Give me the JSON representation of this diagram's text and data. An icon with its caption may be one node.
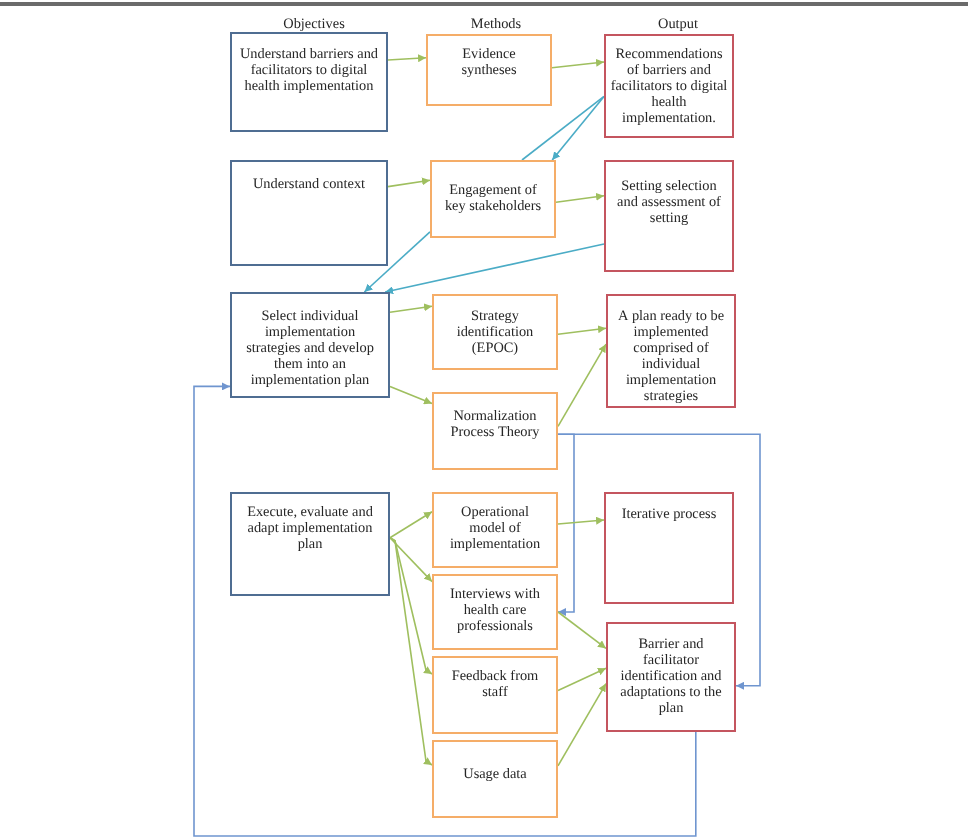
{
  "diagram": {
    "nodes": [
      {
        "text": [
          "Understand barriers and facilitators to digital health implementation"
        ]
      },
      {
        "text": [
          "Evidence syntheses"
        ]
      },
      {
        "text": [
          "Recommendations of barriers and facilitators to digital health implementation."
        ]
      },
      {
        "text": [
          "Understand context"
        ]
      },
      {
        "text": [
          "Engagement of key stakeholders"
        ]
      },
      {
        "text": [
          "Setting selection and assessment of setting"
        ]
      },
      {
        "text": [
          "Select individual implementation strategies and develop them into an implementation plan"
        ]
      },
      {
        "text": [
          "Strategy identification (EPOC)"
        ]
      },
      {
        "text": [
          "A plan ready to be implemented comprised of individual implementation strategies"
        ]
      },
      {
        "text": [
          "Normalization Process Theory"
        ]
      },
      {
        "text": [
          "Execute, evaluate and adapt implementation plan"
        ]
      },
      {
        "text": [
          "Operational model of implementation"
        ]
      },
      {
        "text": [
          "Iterative process"
        ]
      },
      {
        "text": [
          "Interviews with health care professionals"
        ]
      },
      {
        "text": [
          "Barrier and facilitator identification and adaptations to the plan"
        ]
      },
      {
        "text": [
          "Feedback from staff"
        ]
      },
      {
        "text": [
          "Usage data"
        ]
      }
    ],
    "edges": [
      {
        "from": 0,
        "to": 1,
        "arrow": "to"
      },
      {
        "from": 1,
        "to": 2,
        "arrow": "to"
      },
      {
        "from": 4,
        "to": 2,
        "arrow": "none",
        "color": "#4bacc6"
      },
      {
        "from": 2,
        "to": 4,
        "arrow": "to",
        "color": "#4bacc6"
      },
      {
        "from": 3,
        "to": 4,
        "arrow": "to"
      },
      {
        "from": 4,
        "to": 5,
        "arrow": "to"
      },
      {
        "from": 4,
        "to": 6,
        "arrow": "to",
        "color": "#4bacc6"
      },
      {
        "from": 5,
        "to": 6,
        "arrow": "to",
        "color": "#4bacc6"
      },
      {
        "from": 6,
        "to": 7,
        "arrow": "to"
      },
      {
        "from": 6,
        "to": 9,
        "arrow": "to"
      },
      {
        "from": 7,
        "to": 8,
        "arrow": "to"
      },
      {
        "from": 9,
        "to": 8,
        "arrow": "to"
      },
      {
        "from": 9,
        "to": 13,
        "arrow": "to",
        "color": "#6f95cf"
      },
      {
        "from": 9,
        "to": 14,
        "arrow": "to",
        "color": "#6f95cf"
      },
      {
        "from": 10,
        "to": 11,
        "arrow": "to"
      },
      {
        "from": 10,
        "to": 13,
        "arrow": "to"
      },
      {
        "from": 10,
        "to": 15,
        "arrow": "to"
      },
      {
        "from": 10,
        "to": 16,
        "arrow": "to"
      },
      {
        "from": 11,
        "to": 12,
        "arrow": "to"
      },
      {
        "from": 13,
        "to": 14,
        "arrow": "to"
      },
      {
        "from": 15,
        "to": 14,
        "arrow": "to"
      },
      {
        "from": 16,
        "to": 14,
        "arrow": "to"
      },
      {
        "from": 14,
        "to": 6,
        "arrow": "to",
        "color": "#6f95cf"
      }
    ],
    "labels": [
      "Objectives",
      "Methods",
      "Output"
    ]
  }
}
